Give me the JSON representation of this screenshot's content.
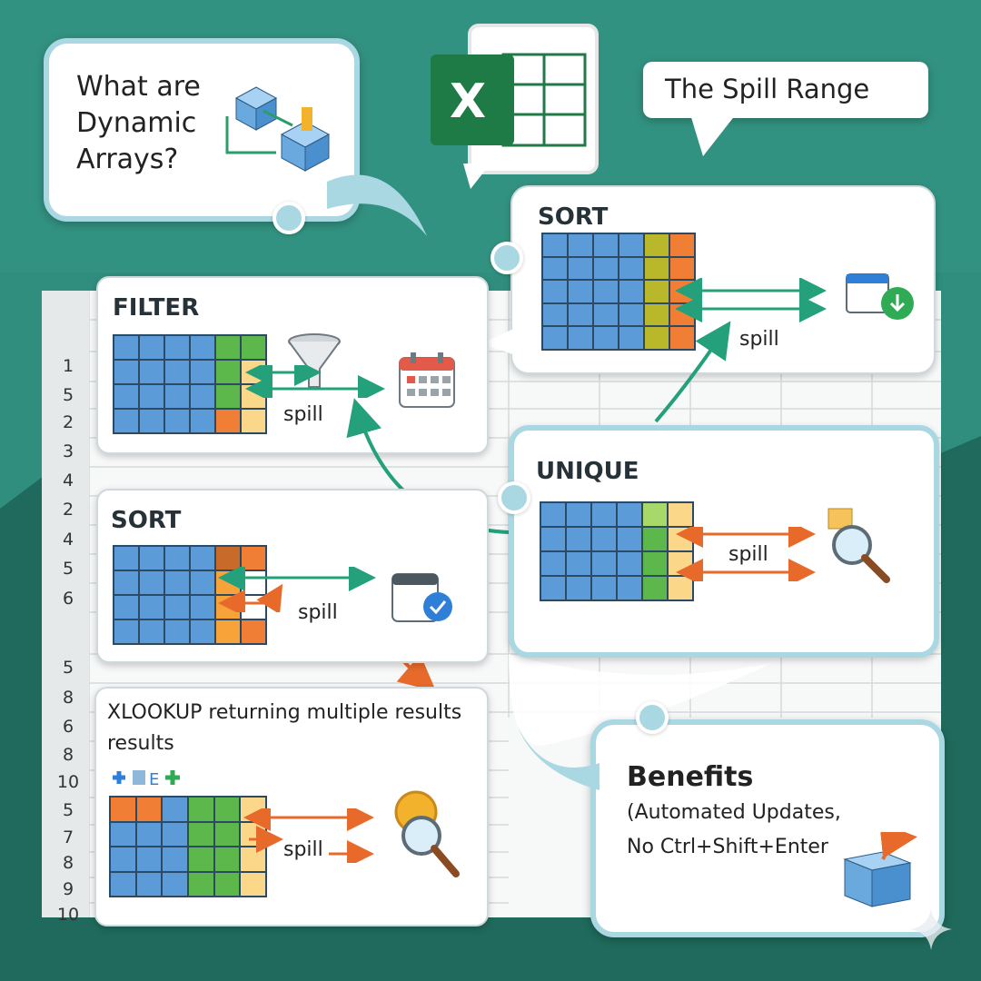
{
  "bubbles": {
    "dynamic_arrays": "What are\nDynamic\nArrays?",
    "spill_range": "The Spill Range",
    "benefits_title": "Benefits",
    "benefits_line1": "(Automated Updates,",
    "benefits_line2": "No Ctrl+Shift+Enter"
  },
  "logo": {
    "letter": "X"
  },
  "cards": {
    "filter": {
      "title": "FILTER",
      "spill": "spill"
    },
    "sort_left": {
      "title": "SORT",
      "spill": "spill"
    },
    "sort_top": {
      "title": "SORT",
      "spill": "spill"
    },
    "unique": {
      "title": "UNIQUE",
      "spill": "spill"
    },
    "xlookup": {
      "title_line1": "XLOOKUP returning multiple results",
      "title_line2": "results",
      "spill": "spill"
    }
  },
  "row_numbers": [
    "1",
    "5",
    "2",
    "3",
    "4",
    "2",
    "4",
    "5",
    "6",
    "5",
    "8",
    "6",
    "8",
    "10",
    "5",
    "7",
    "8",
    "9",
    "10"
  ],
  "colors": {
    "background": "#2e8a7a",
    "blue": "#5a9bd8",
    "green": "#5cb84a",
    "orange": "#f07f35",
    "yellow": "#fbd78a",
    "teal_arrow": "#24a07a",
    "orange_arrow": "#e86a2a"
  }
}
